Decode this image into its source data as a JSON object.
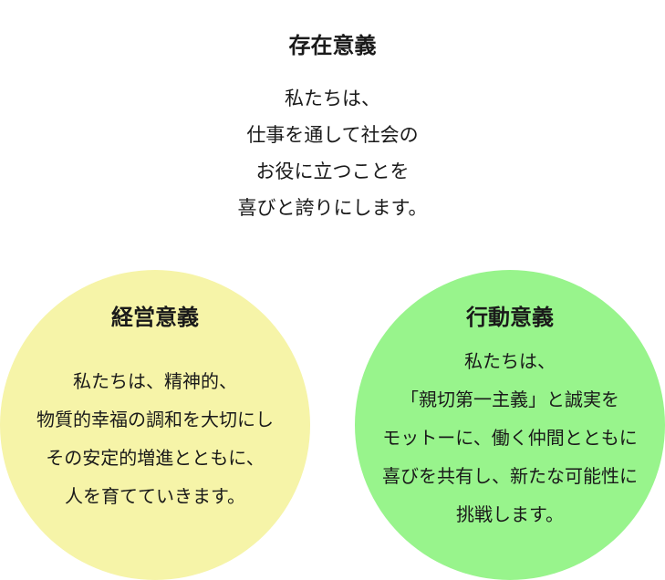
{
  "purpose": {
    "title": "存在意義",
    "lines": [
      "私たちは、",
      "仕事を通して社会の",
      "お役に立つことを",
      "喜びと誇りにします。"
    ]
  },
  "management": {
    "title": "経営意義",
    "color": "#f6f4a8",
    "lines": [
      "私たちは、精神的、",
      "物質的幸福の調和を大切にし",
      "その安定的増進とともに、",
      "人を育てていきます。"
    ]
  },
  "action": {
    "title": "行動意義",
    "color": "#98f48c",
    "lines": [
      "私たちは、",
      "「親切第一主義」と誠実を",
      "モットーに、働く仲間とともに",
      "喜びを共有し、新たな可能性に",
      "挑戦します。"
    ]
  }
}
